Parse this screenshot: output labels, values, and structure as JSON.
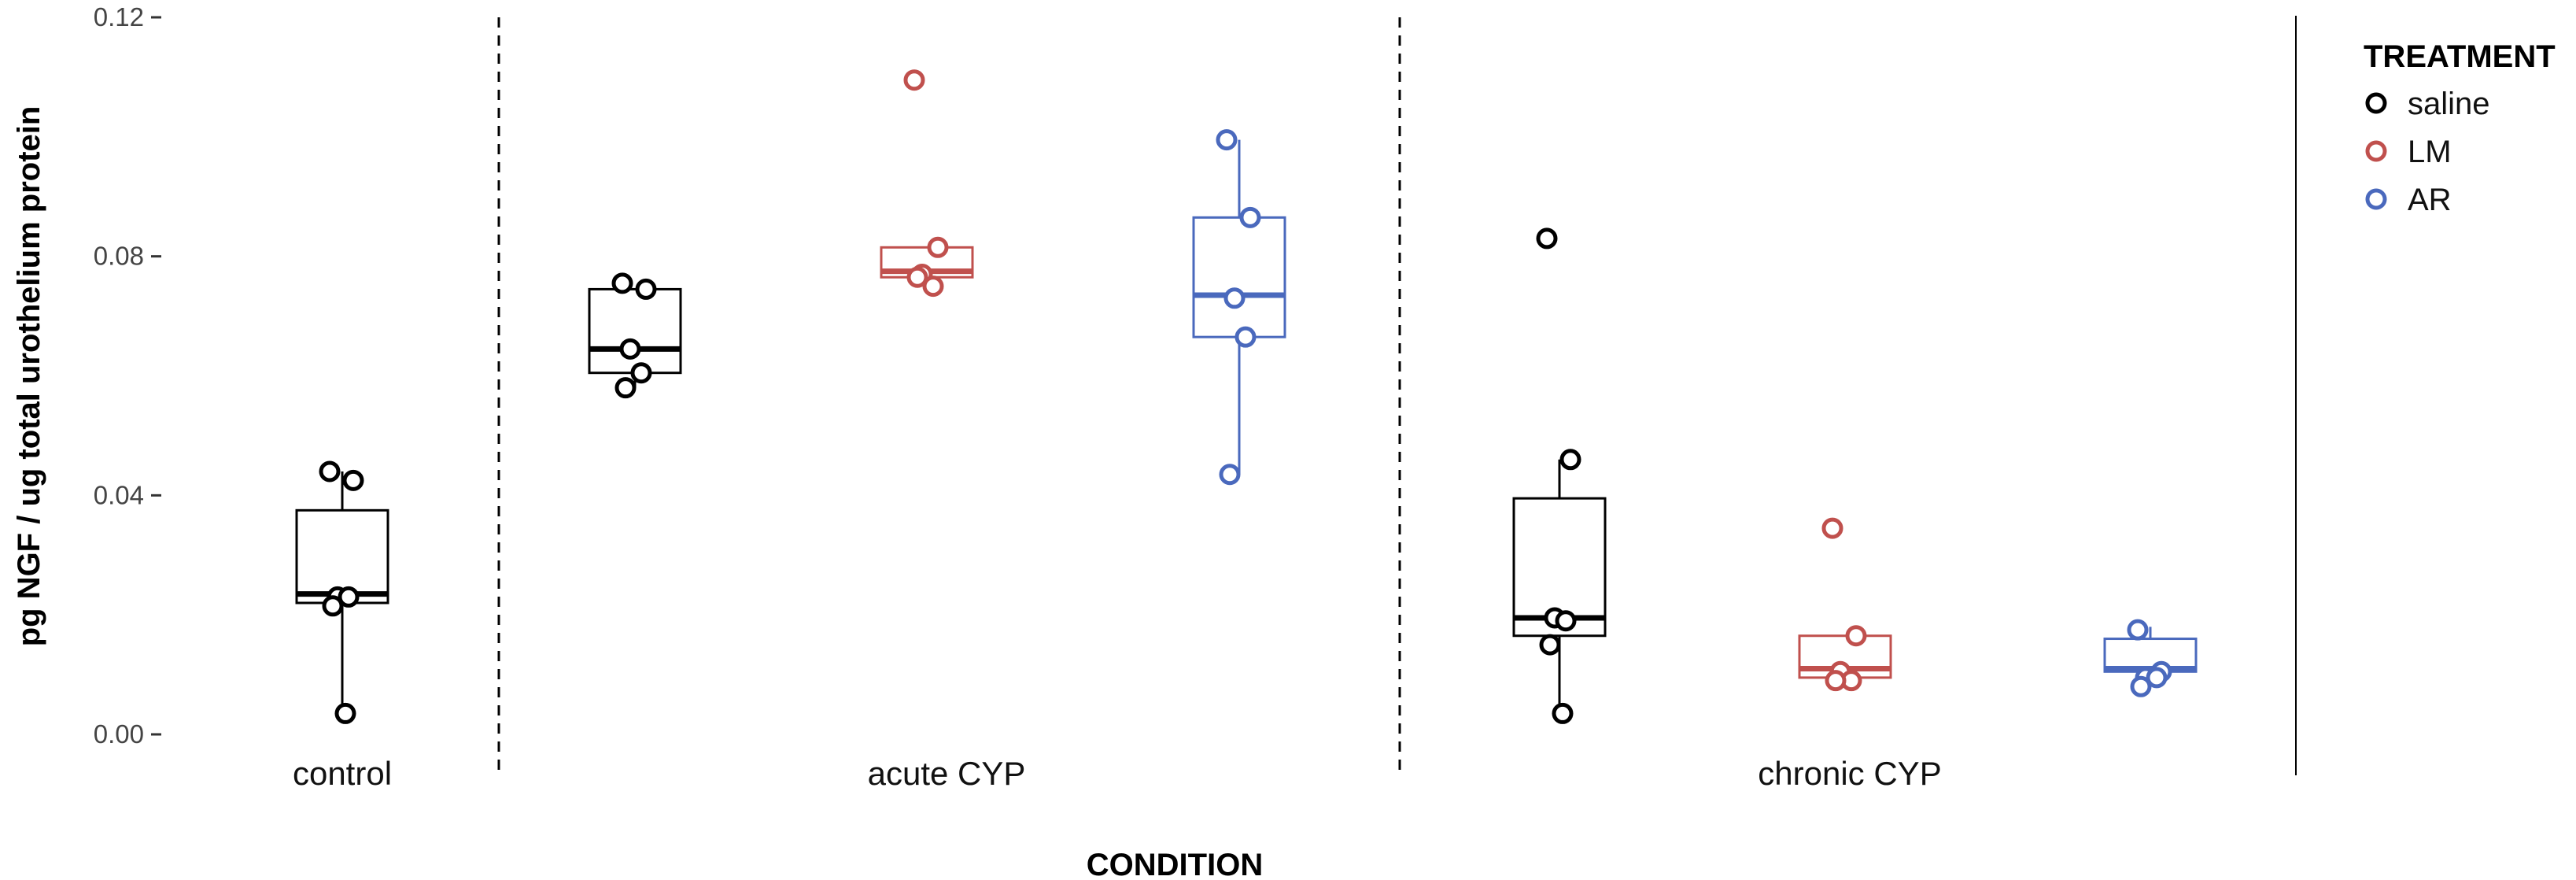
{
  "chart_data": {
    "type": "box",
    "xlabel": "CONDITION",
    "ylabel": "pg NGF / ug total urothelium protein",
    "ylim": [
      0,
      0.12
    ],
    "y_ticks": [
      "0.00",
      "0.04",
      "0.08",
      "0.12"
    ],
    "grid": false,
    "legend_position": "right",
    "legend": {
      "title": "TREATMENT",
      "entries": [
        {
          "name": "saline",
          "color": "#000000"
        },
        {
          "name": "LM",
          "color": "#c0504d"
        },
        {
          "name": "AR",
          "color": "#4a69bd"
        }
      ]
    },
    "categories": [
      "control",
      "acute CYP",
      "chronic CYP"
    ],
    "groups": [
      {
        "condition": "control",
        "treatment": "saline",
        "box": {
          "min": 0.004,
          "q1": 0.022,
          "median": 0.0235,
          "q3": 0.0375,
          "max": 0.044
        },
        "points": [
          0.044,
          0.0425,
          0.023,
          0.023,
          0.0215,
          0.0035
        ]
      },
      {
        "condition": "acute CYP",
        "treatment": "saline",
        "box": {
          "min": 0.058,
          "q1": 0.0605,
          "median": 0.0645,
          "q3": 0.0745,
          "max": 0.0745
        },
        "points": [
          0.0755,
          0.0745,
          0.0645,
          0.0605,
          0.058
        ]
      },
      {
        "condition": "acute CYP",
        "treatment": "LM",
        "box": {
          "min": 0.0765,
          "q1": 0.0765,
          "median": 0.0775,
          "q3": 0.0815,
          "max": 0.0815
        },
        "points": [
          0.1095,
          0.0815,
          0.077,
          0.075,
          0.0765
        ]
      },
      {
        "condition": "acute CYP",
        "treatment": "AR",
        "box": {
          "min": 0.0435,
          "q1": 0.0665,
          "median": 0.0735,
          "q3": 0.0865,
          "max": 0.0995
        },
        "points": [
          0.0995,
          0.0865,
          0.073,
          0.0665,
          0.0435
        ]
      },
      {
        "condition": "chronic CYP",
        "treatment": "saline",
        "box": {
          "min": 0.004,
          "q1": 0.0165,
          "median": 0.0195,
          "q3": 0.0395,
          "max": 0.046
        },
        "points": [
          0.083,
          0.046,
          0.0195,
          0.019,
          0.015,
          0.0035
        ]
      },
      {
        "condition": "chronic CYP",
        "treatment": "LM",
        "box": {
          "min": 0.0095,
          "q1": 0.0095,
          "median": 0.011,
          "q3": 0.0165,
          "max": 0.0165
        },
        "points": [
          0.0345,
          0.0165,
          0.0105,
          0.009,
          0.009
        ]
      },
      {
        "condition": "chronic CYP",
        "treatment": "AR",
        "box": {
          "min": 0.0095,
          "q1": 0.0105,
          "median": 0.011,
          "q3": 0.016,
          "max": 0.018
        },
        "points": [
          0.0175,
          0.0105,
          0.0095,
          0.0095,
          0.008
        ]
      }
    ]
  }
}
